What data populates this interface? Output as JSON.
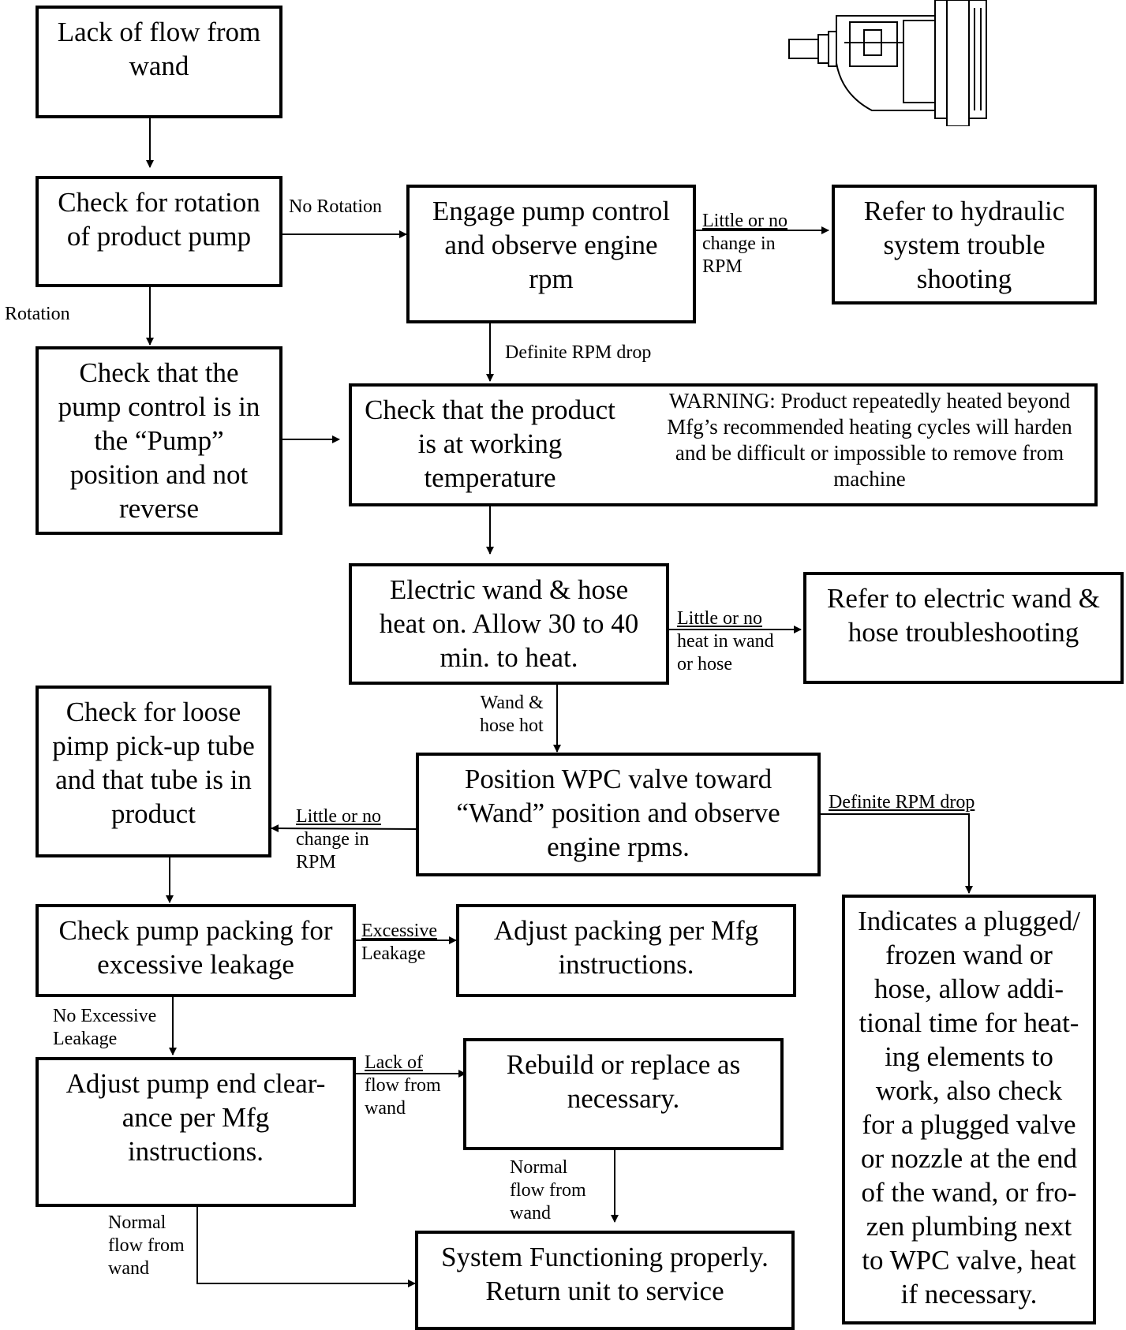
{
  "boxes": {
    "lack_flow": [
      "Lack of flow from",
      "wand"
    ],
    "check_rotation": [
      "Check for rotation",
      "of product pump"
    ],
    "engage_pump": [
      "Engage pump control",
      "and observe engine",
      "rpm"
    ],
    "refer_hydraulic": [
      "Refer to hydraulic",
      "system trouble",
      "shooting"
    ],
    "check_pump_control": [
      "Check that the",
      "pump control is in",
      "the “Pump”",
      "position and not",
      "reverse"
    ],
    "check_temp": [
      "Check that the product",
      "is at working",
      "temperature"
    ],
    "electric_wand": [
      "Electric wand & hose",
      "heat on.  Allow 30 to 40",
      "min. to heat."
    ],
    "refer_electric": [
      "Refer to electric wand &",
      "hose troubleshooting"
    ],
    "check_loose": [
      "Check for loose",
      "pimp pick-up tube",
      "and that tube is in",
      "product"
    ],
    "position_wpc": [
      "Position WPC valve toward",
      "“Wand” position and observe",
      "engine rpms."
    ],
    "check_packing": [
      "Check pump packing for",
      "excessive leakage"
    ],
    "adjust_packing": [
      "Adjust packing per Mfg",
      "instructions."
    ],
    "indicates_plugged": [
      "Indicates a plugged/",
      "frozen wand or",
      "hose, allow addi-",
      "tional time for heat-",
      "ing elements to",
      "work, also check",
      "for a plugged valve",
      "or nozzle at the end",
      "of the wand, or fro-",
      "zen plumbing next",
      "to WPC valve, heat",
      "if necessary."
    ],
    "adjust_clearance": [
      "Adjust pump end clear-",
      "ance per Mfg",
      "instructions."
    ],
    "rebuild": [
      "Rebuild or replace as",
      "necessary."
    ],
    "system_ok": [
      "System Functioning properly.",
      "Return unit to service"
    ]
  },
  "warning": [
    "WARNING: Product repeatedly heated beyond",
    "Mfg’s recommended heating cycles will harden",
    "and be difficult or impossible to remove from",
    "machine"
  ],
  "labels": {
    "no_rotation": [
      "No Rotation"
    ],
    "rotation": [
      "Rotation"
    ],
    "little_change_1": [
      "Little or no",
      "change in",
      "RPM"
    ],
    "definite_drop_1": [
      "Definite RPM drop"
    ],
    "little_heat": [
      "Little or no",
      "heat in wand",
      "or hose"
    ],
    "wand_hot": [
      "Wand &",
      "hose hot"
    ],
    "little_change_2": [
      "Little or no",
      "change in",
      "RPM"
    ],
    "definite_drop_2": [
      "Definite RPM drop"
    ],
    "excessive": [
      "Excessive",
      "Leakage"
    ],
    "no_excessive": [
      "No Excessive",
      "Leakage"
    ],
    "lack_of_flow": [
      "Lack of",
      "flow from",
      "wand"
    ],
    "normal_flow_1": [
      "Normal",
      "flow from",
      "wand"
    ],
    "normal_flow_2": [
      "Normal",
      "flow from",
      "wand"
    ]
  }
}
